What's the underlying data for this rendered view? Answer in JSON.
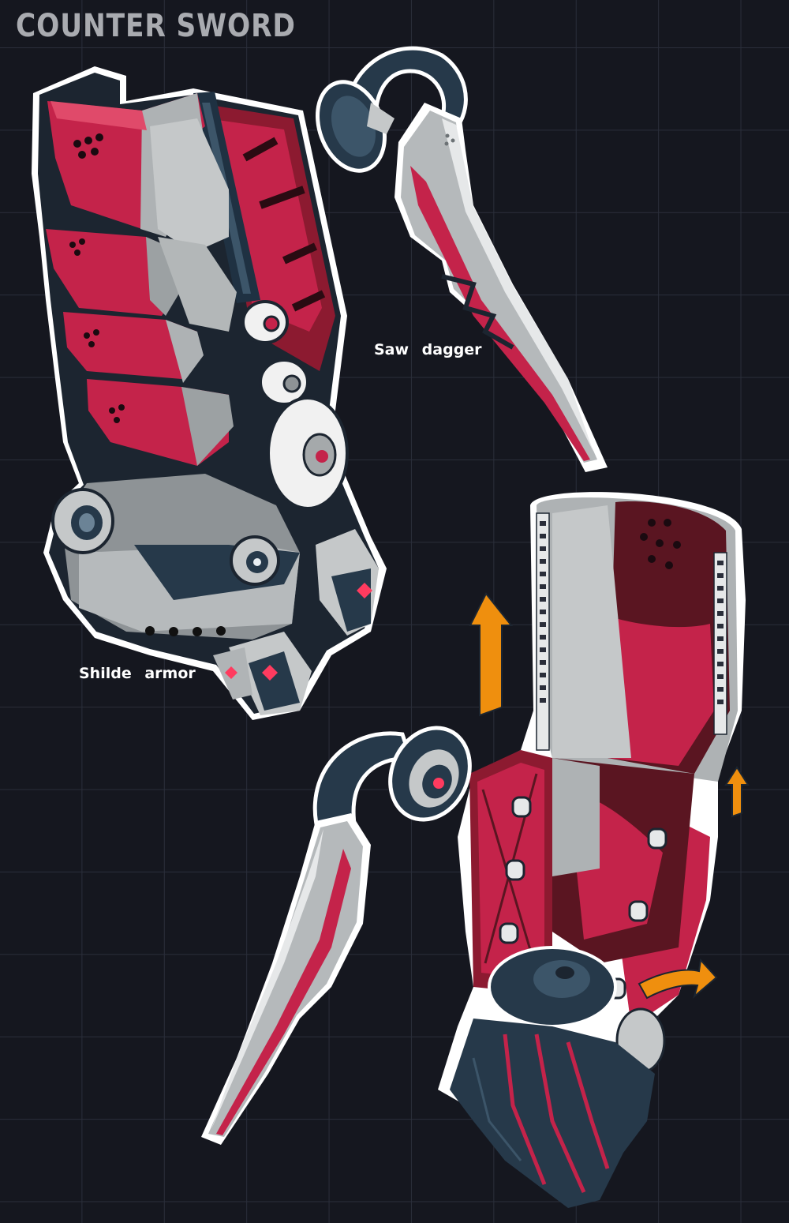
{
  "sheet": {
    "title": "COUNTER SWORD",
    "labels": {
      "saw_dagger": "Saw dagger",
      "shield_armor": "Shilde armor"
    }
  },
  "colors": {
    "background": "#15171f",
    "grid": "#2a2e3a",
    "armor_red": "#c4234a",
    "armor_dark_red": "#5a1521",
    "metal_light": "#c8cbcc",
    "metal_mid": "#8e9396",
    "dark_navy": "#26394a",
    "arrow_orange": "#ef8f0e",
    "outline": "#ffffff"
  }
}
